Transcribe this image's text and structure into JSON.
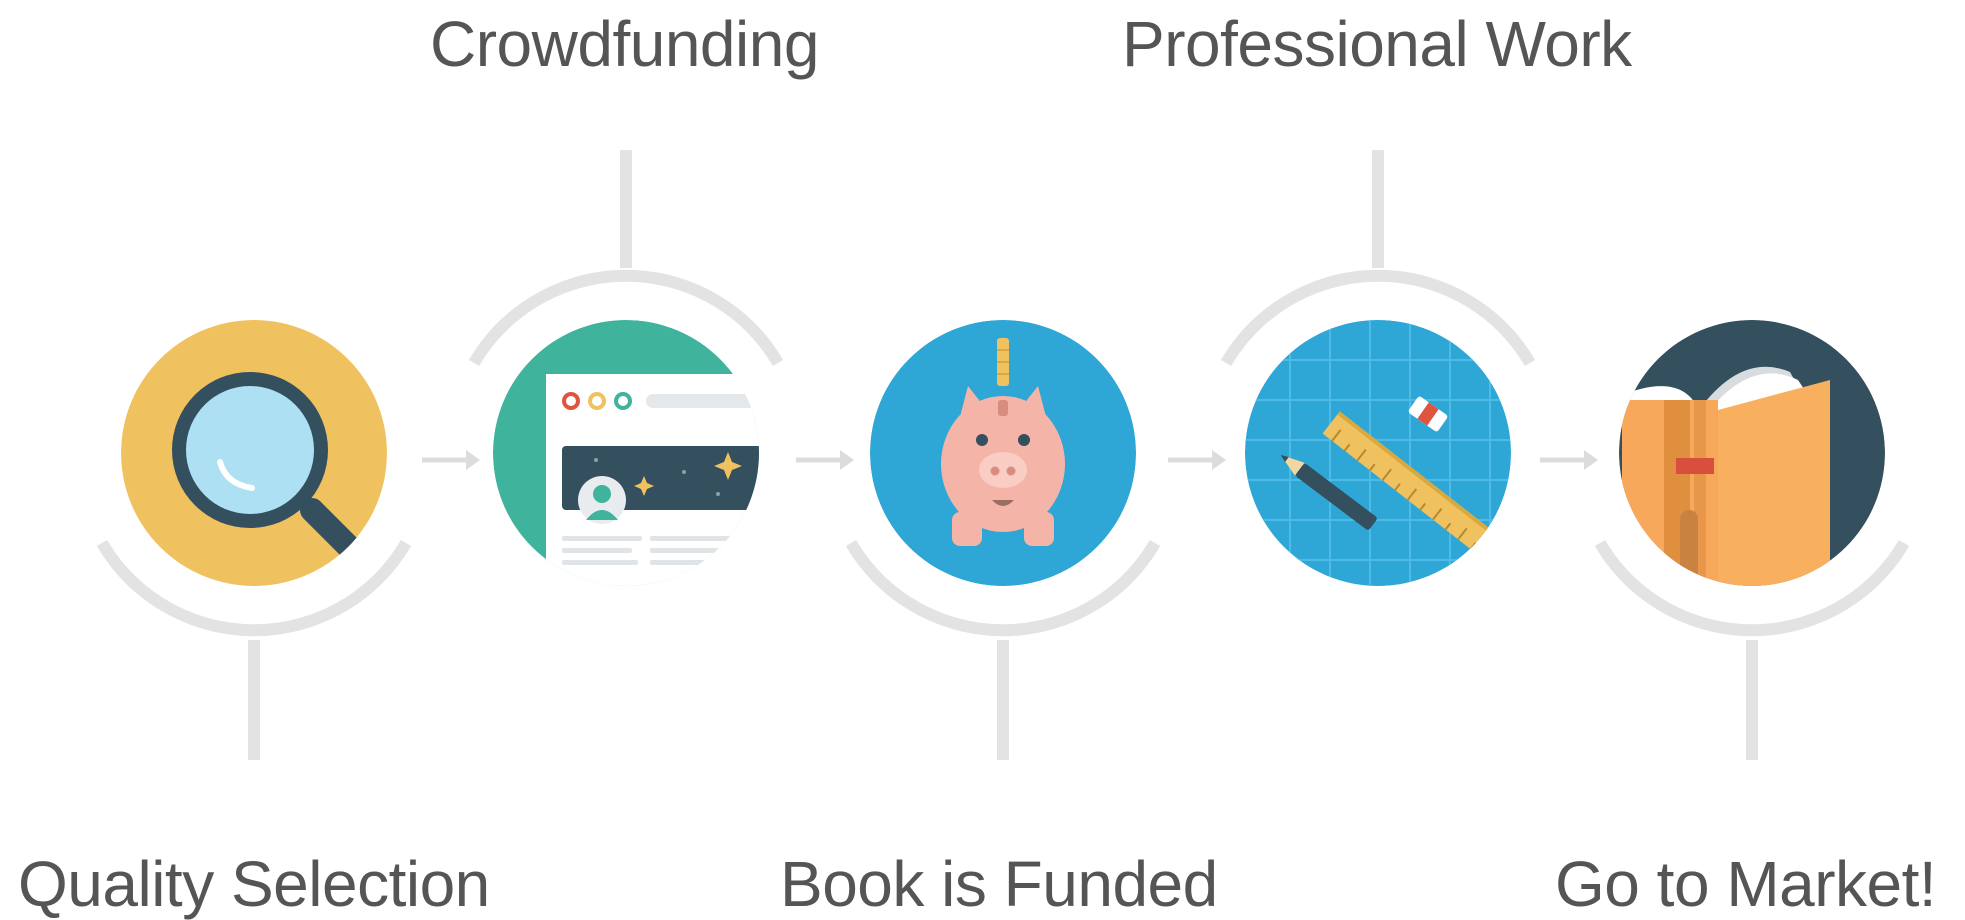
{
  "steps": [
    {
      "label": "Quality Selection",
      "icon": "magnifying-glass-icon",
      "color": "#f0c15f"
    },
    {
      "label": "Crowdfunding",
      "icon": "browser-window-icon",
      "color": "#3fb39c"
    },
    {
      "label": "Book is Funded",
      "icon": "piggy-bank-icon",
      "color": "#2ea6d6"
    },
    {
      "label": "Professional Work",
      "icon": "ruler-pencil-icon",
      "color": "#2ea6d6"
    },
    {
      "label": "Go to Market!",
      "icon": "book-icon",
      "color": "#344f5d"
    }
  ],
  "colors": {
    "text": "#555555",
    "connector": "#e3e3e3",
    "arrow": "#dcdcdc"
  }
}
